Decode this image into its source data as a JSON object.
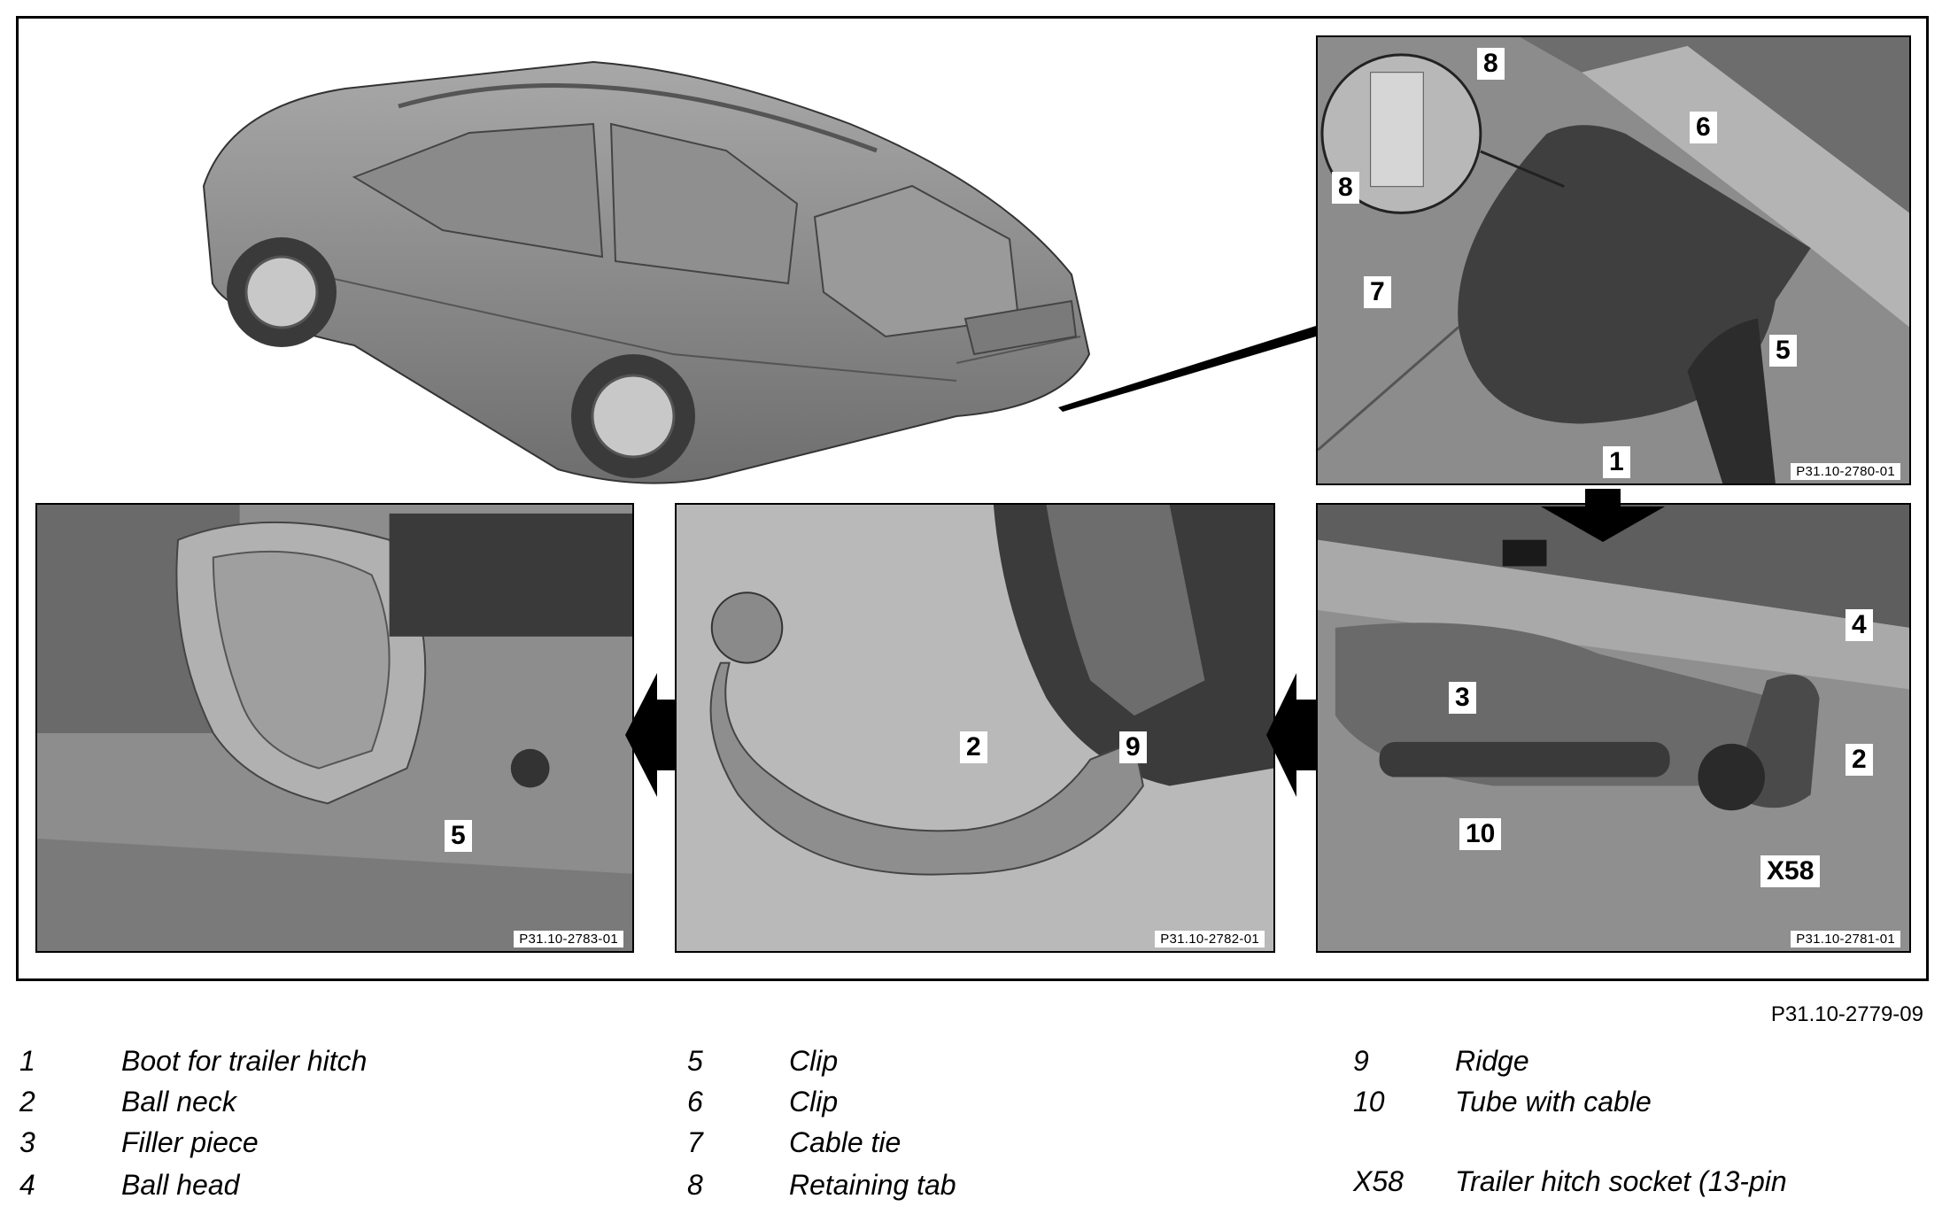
{
  "panels": {
    "top_right": {
      "code": "P31.10-2780-01",
      "callouts": {
        "a": "8",
        "b": "8",
        "c": "6",
        "d": "7",
        "e": "5",
        "f": "1"
      }
    },
    "bottom_right": {
      "code": "P31.10-2781-01",
      "callouts": {
        "a": "4",
        "b": "3",
        "c": "2",
        "d": "10",
        "e": "X58"
      }
    },
    "bottom_middle": {
      "code": "P31.10-2782-01",
      "callouts": {
        "a": "2",
        "b": "9"
      }
    },
    "bottom_left": {
      "code": "P31.10-2783-01",
      "callouts": {
        "a": "5"
      }
    }
  },
  "figure_code": "P31.10-2779-09",
  "legend": [
    {
      "num": "1",
      "label": "Boot for trailer hitch"
    },
    {
      "num": "2",
      "label": "Ball neck"
    },
    {
      "num": "3",
      "label": "Filler piece"
    },
    {
      "num": "4",
      "label": "Ball head"
    },
    {
      "num": "5",
      "label": "Clip"
    },
    {
      "num": "6",
      "label": "Clip"
    },
    {
      "num": "7",
      "label": "Cable tie"
    },
    {
      "num": "8",
      "label": "Retaining tab"
    },
    {
      "num": "9",
      "label": "Ridge"
    },
    {
      "num": "10",
      "label": "Tube with cable"
    },
    {
      "num": "X58",
      "label": "Trailer hitch socket (13-pin"
    }
  ]
}
